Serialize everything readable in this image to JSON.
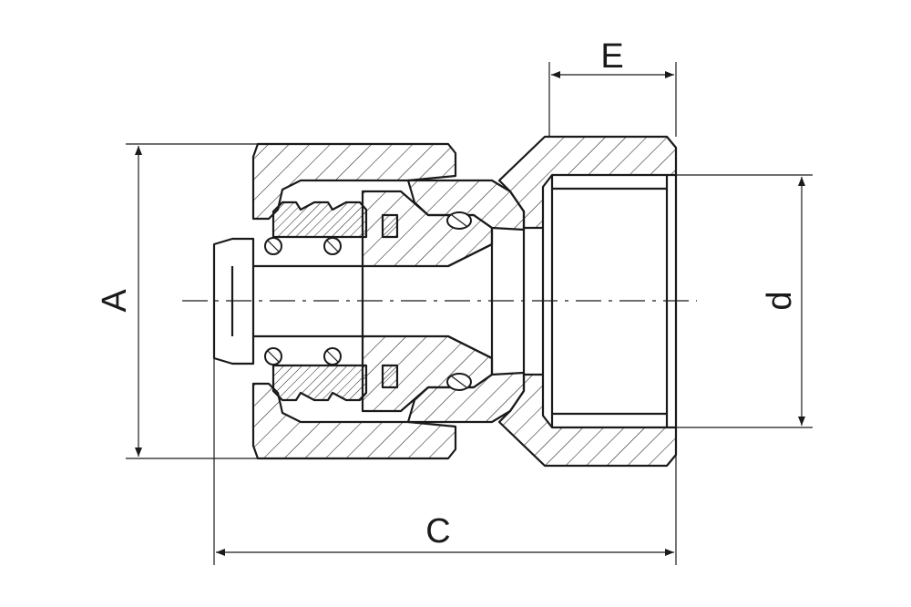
{
  "colors": {
    "line": "#1a1a1a",
    "background": "#ffffff"
  },
  "dimensions": [
    {
      "id": "E",
      "label": "E"
    },
    {
      "id": "A",
      "label": "A"
    },
    {
      "id": "d",
      "label": "d"
    },
    {
      "id": "C",
      "label": "C"
    }
  ]
}
